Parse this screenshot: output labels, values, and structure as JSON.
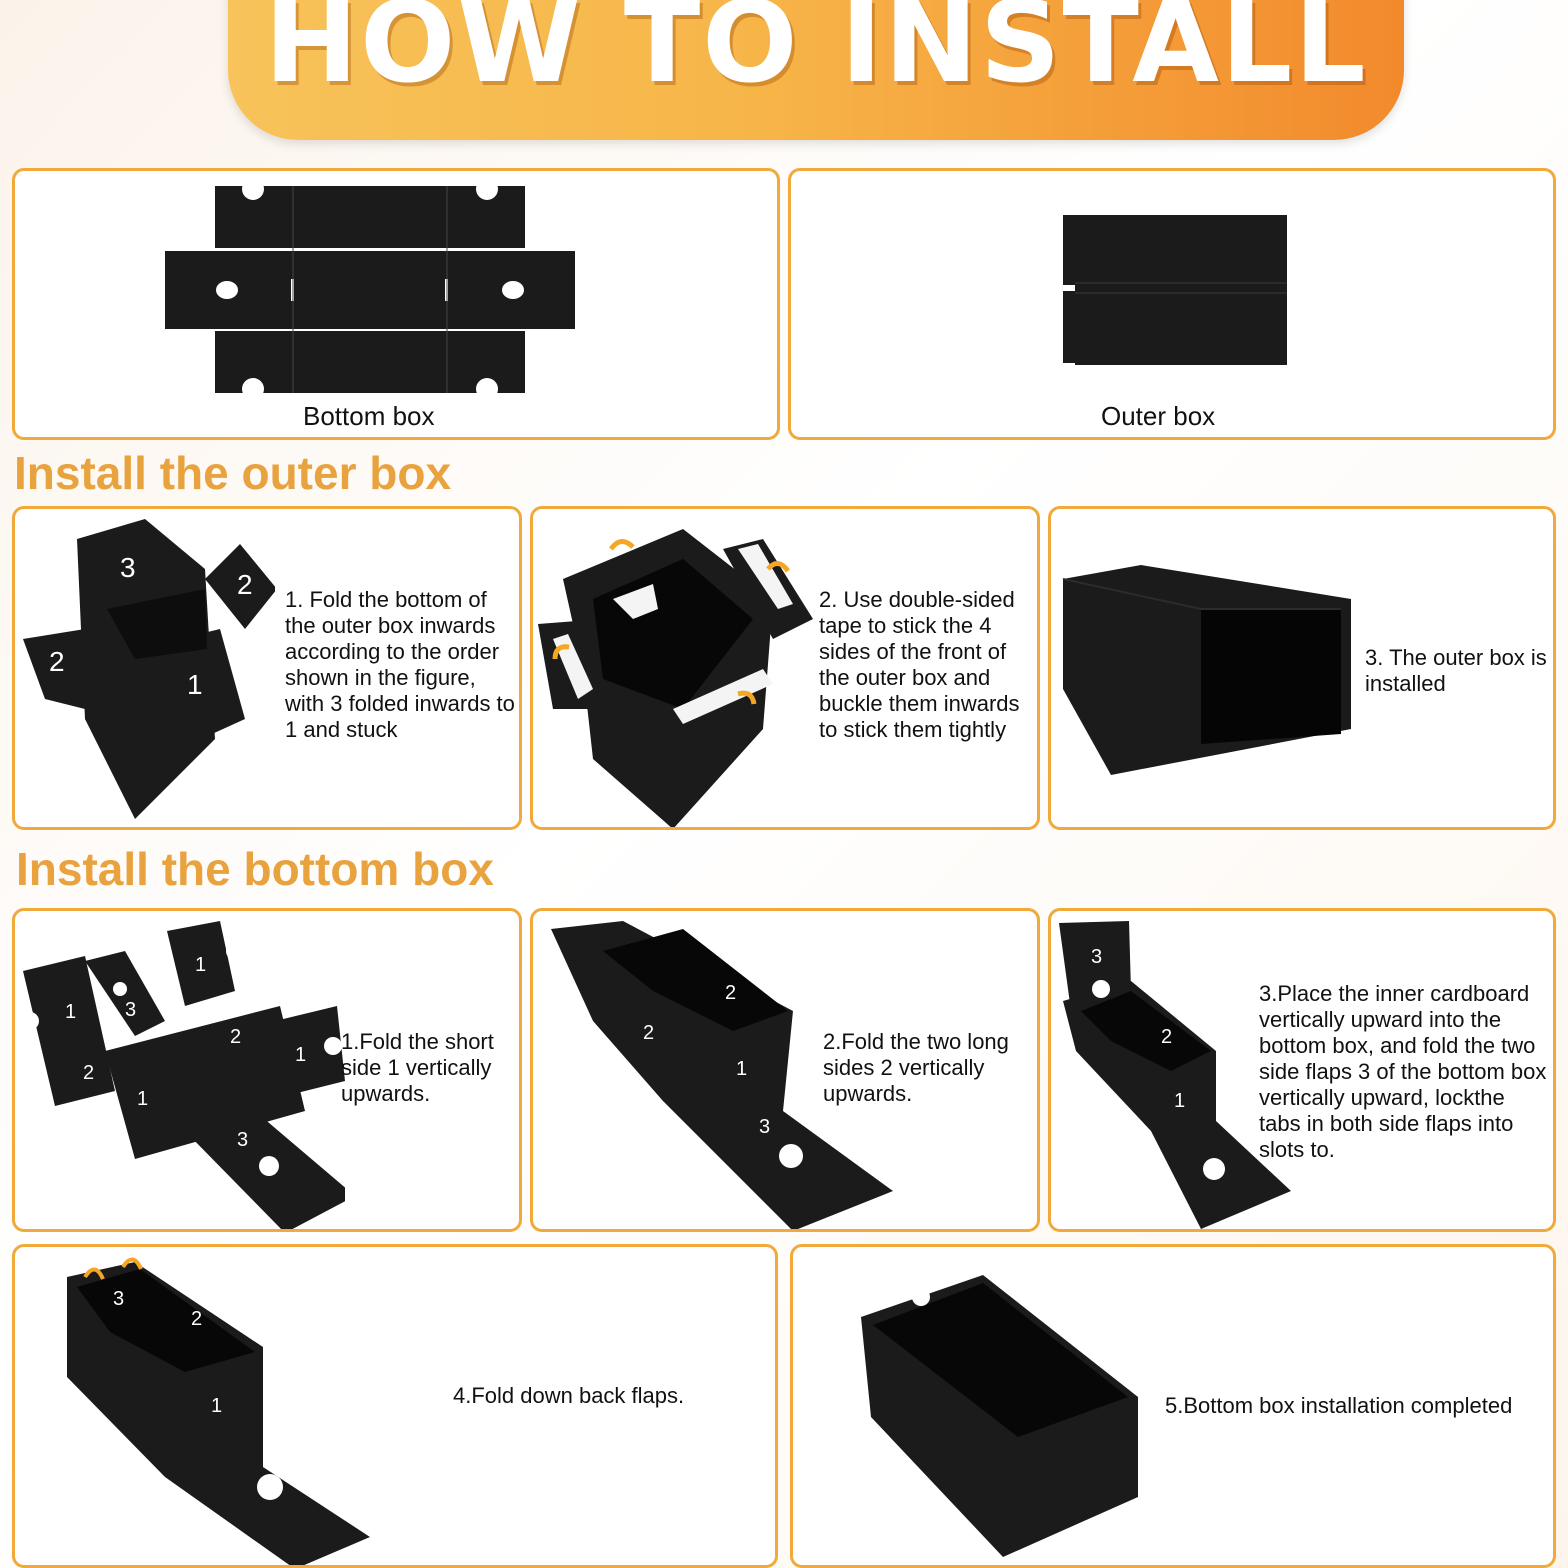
{
  "header": {
    "title": "HOW TO INSTALL"
  },
  "parts": {
    "bottom_box_label": "Bottom box",
    "outer_box_label": "Outer box"
  },
  "outer_section": {
    "title": "Install the outer box",
    "steps": [
      "1. Fold the bottom of the outer box inwards according to the order shown in the figure, with 3 folded inwards to 1 and stuck",
      "2. Use double-sided tape to stick the 4 sides of the front of the outer box and buckle them inwards to stick them tightly",
      "3. The outer box is installed"
    ]
  },
  "bottom_section": {
    "title": "Install the bottom box",
    "steps": [
      "1.Fold the short side 1 vertically upwards.",
      "2.Fold the two long sides 2 vertically upwards.",
      "3.Place the inner cardboard vertically upward into the bottom box, and fold the two side flaps 3 of the bottom box vertically upward, lockthe tabs in both side flaps into slots to.",
      "4.Fold down back flaps.",
      "5.Bottom box installation completed"
    ]
  },
  "flap_numbers": [
    "1",
    "2",
    "3"
  ],
  "colors": {
    "accent": "#f0a93a",
    "heading": "#e8a23e",
    "banner_start": "#f7c35a",
    "banner_end": "#f28a2c",
    "box": "#1b1b1b"
  }
}
